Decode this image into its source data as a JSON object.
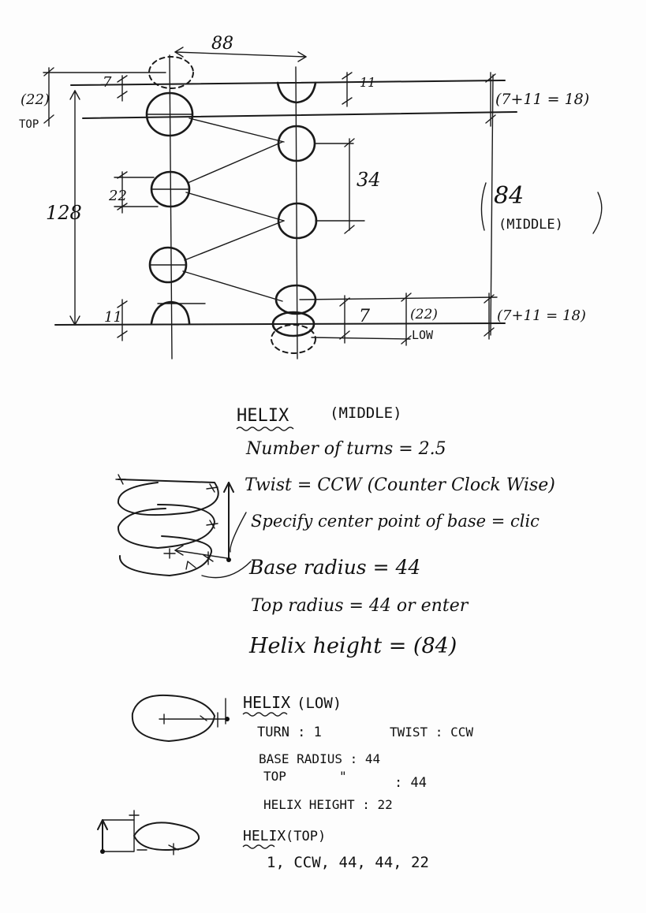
{
  "drawing": {
    "dim_width": "88",
    "dim_top_band": "(22)",
    "label_top": "TOP",
    "dim_gap_top": "7",
    "dim_gap_top_right": "11",
    "dim_total_top": "(7+11 = 18)",
    "dim_total_height": "128",
    "dim_circle": "22",
    "dim_pitch": "34",
    "dim_middle": "84",
    "label_middle": "(MIDDLE)",
    "dim_gap_bottom_left": "11",
    "dim_gap_bottom": "7",
    "dim_low_band": "(22)",
    "label_low": "LOW",
    "dim_total_bottom": "(7+11 = 18)"
  },
  "helix_middle": {
    "heading": "HELIX",
    "qualifier": "(MIDDLE)",
    "lines": [
      "Number of turns = 2.5",
      "Twist = CCW (Counter Clock Wise)",
      "Specify center point of base = clic",
      "Base radius = 44",
      "Top radius = 44 or enter",
      "Helix height = (84)"
    ]
  },
  "helix_low": {
    "heading": "HELIX",
    "qualifier": "(LOW)",
    "turn": "TURN : 1",
    "twist": "TWIST : CCW",
    "base": "BASE RADIUS : 44",
    "top_label": "TOP",
    "top_ditto": "\"",
    "top_value": ": 44",
    "height": "HELIX HEIGHT : 22"
  },
  "helix_top": {
    "heading": "HELIX",
    "qualifier": "(TOP)",
    "values": "1, CCW, 44, 44, 22"
  }
}
